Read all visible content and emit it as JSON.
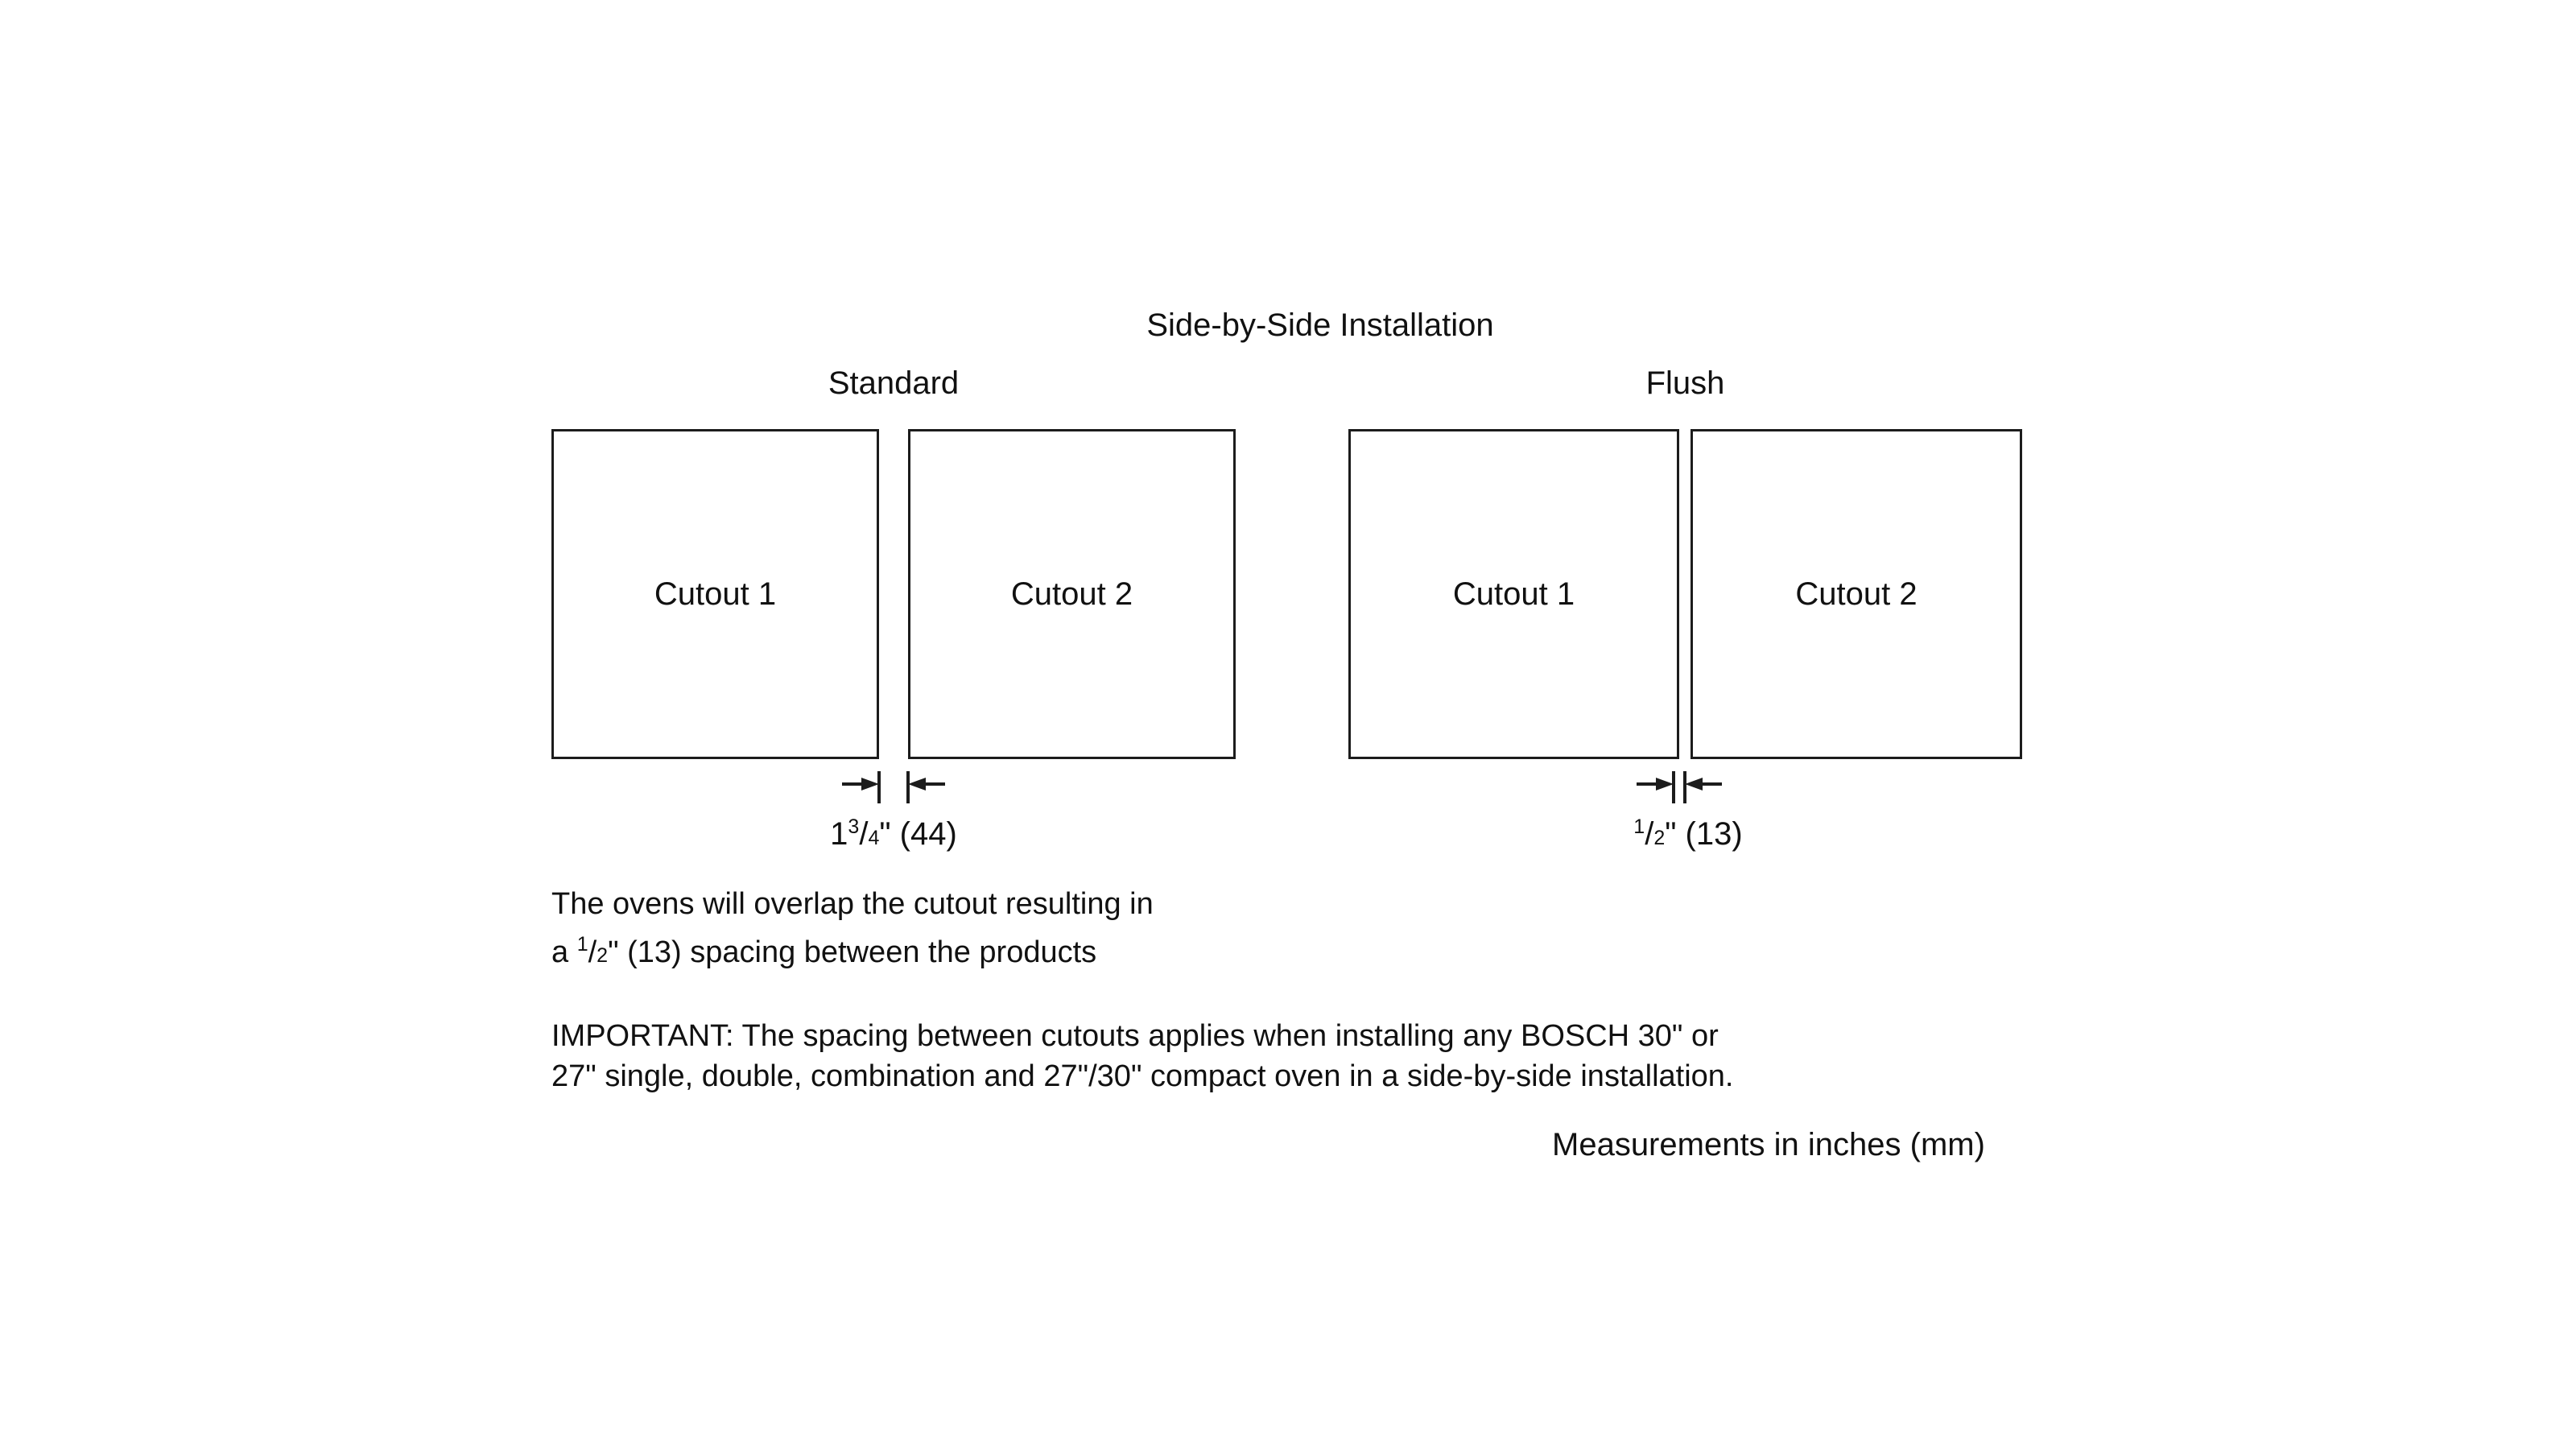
{
  "title": "Side-by-Side Installation",
  "colors": {
    "ink": "#111111",
    "background": "#ffffff"
  },
  "sections": [
    {
      "label": "Standard",
      "cutouts": [
        "Cutout 1",
        "Cutout 2"
      ],
      "spacing": {
        "lead": "1",
        "numerator": "3",
        "slash": "/",
        "denominator": "4",
        "rest": "\" (44)"
      }
    },
    {
      "label": "Flush",
      "cutouts": [
        "Cutout 1",
        "Cutout 2"
      ],
      "spacing": {
        "lead": "",
        "numerator": "1",
        "slash": "/",
        "denominator": "2",
        "rest": "\" (13)"
      }
    }
  ],
  "notes": {
    "overlap": {
      "line1": "The ovens will overlap the cutout resulting in",
      "line2_prefix": "a ",
      "fraction": {
        "numerator": "1",
        "slash": "/",
        "denominator": "2"
      },
      "line2_suffix": "\" (13) spacing between the products"
    },
    "important": {
      "line1": "IMPORTANT: The spacing between cutouts applies when installing any BOSCH 30\" or",
      "line2": "27\" single, double, combination and 27\"/30\" compact oven in a side-by-side installation."
    }
  },
  "footer": "Measurements in inches (mm)"
}
